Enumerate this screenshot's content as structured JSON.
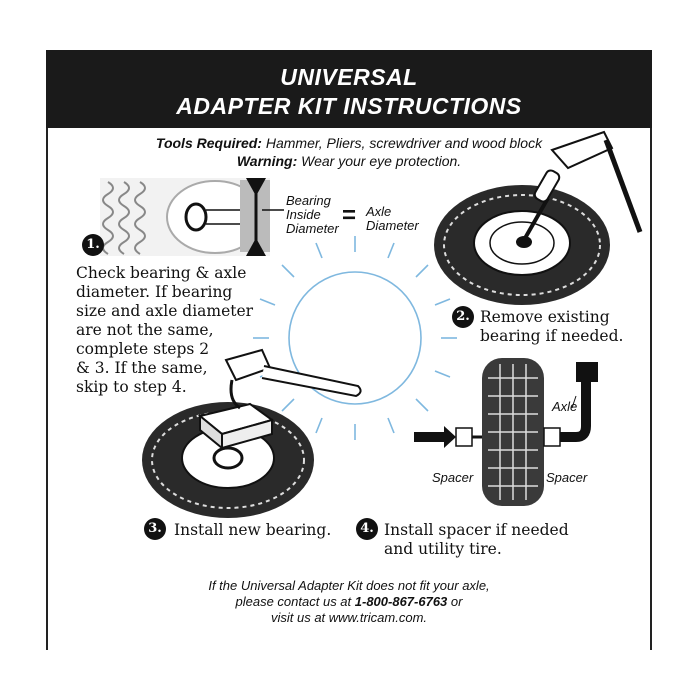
{
  "header": {
    "title_line1": "UNIVERSAL",
    "title_line2": "ADAPTER KIT INSTRUCTIONS"
  },
  "tools": {
    "label": "Tools Required:",
    "text": "Hammer, Pliers, screwdriver and wood block"
  },
  "warning": {
    "label": "Warning:",
    "text": "Wear your eye protection."
  },
  "formula": {
    "bearing": [
      "Bearing",
      "Inside",
      "Diameter"
    ],
    "equals": "=",
    "axle": [
      "Axle",
      "Diameter"
    ]
  },
  "steps": [
    {
      "num": "1.",
      "lines": [
        "Check bearing & axle",
        "diameter. If bearing",
        "size and axle diameter",
        "are not the same,",
        "complete steps 2",
        "& 3.  If the same,",
        "skip to step 4."
      ]
    },
    {
      "num": "2.",
      "lines": [
        "Remove existing",
        "bearing if needed."
      ]
    },
    {
      "num": "3.",
      "lines": [
        "Install new bearing."
      ]
    },
    {
      "num": "4.",
      "lines": [
        "Install spacer if needed",
        "and utility tire."
      ]
    }
  ],
  "labels": {
    "axle": "Axle",
    "spacer_left": "Spacer",
    "spacer_right": "Spacer"
  },
  "footer": {
    "line1": "If the Universal Adapter Kit does not fit your axle,",
    "line2_pre": "please contact us at ",
    "phone": "1-800-867-6763",
    "line2_post": " or",
    "line3": "visit us at www.tricam.com."
  }
}
